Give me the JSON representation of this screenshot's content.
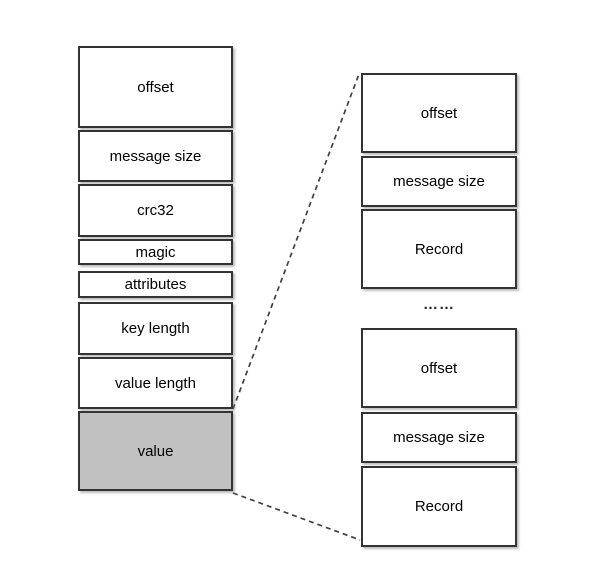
{
  "diagram": {
    "left_stack": {
      "fields": [
        {
          "label": "offset"
        },
        {
          "label": "message size"
        },
        {
          "label": "crc32"
        },
        {
          "label": "magic"
        },
        {
          "label": "attributes"
        },
        {
          "label": "key length"
        },
        {
          "label": "value length"
        },
        {
          "label": "value",
          "highlighted": true
        }
      ]
    },
    "right_stack_top": {
      "fields": [
        {
          "label": "offset"
        },
        {
          "label": "message size"
        },
        {
          "label": "Record"
        }
      ]
    },
    "ellipsis": "……",
    "right_stack_bottom": {
      "fields": [
        {
          "label": "offset"
        },
        {
          "label": "message size"
        },
        {
          "label": "Record"
        }
      ]
    },
    "colors": {
      "highlight_fill": "#c1c1c1",
      "box_border": "#333333",
      "background": "#ffffff",
      "text": "#000000",
      "connector": "#404040"
    }
  }
}
